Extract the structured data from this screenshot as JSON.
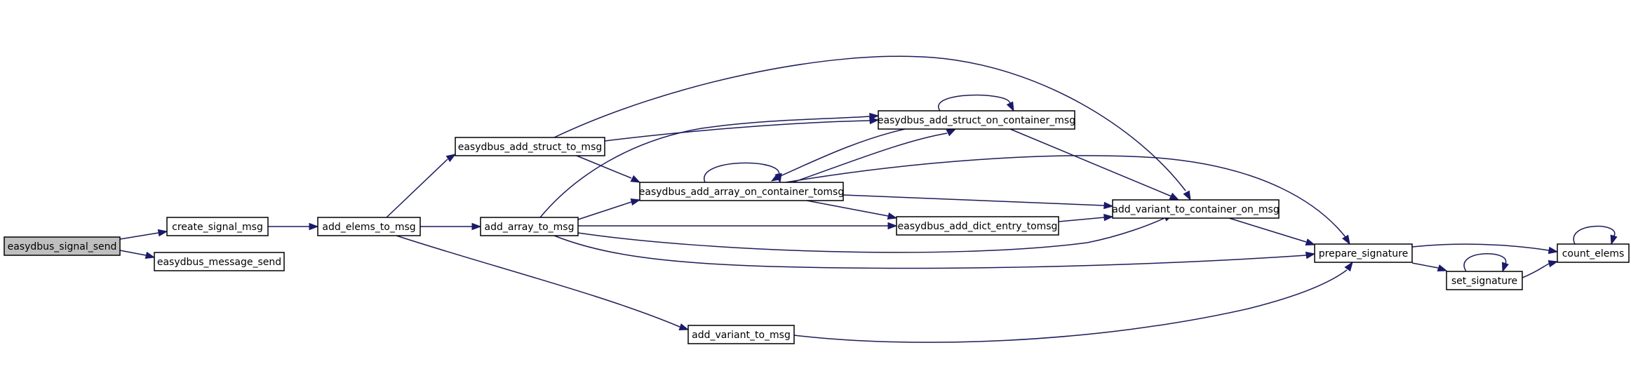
{
  "graph": {
    "nodes": {
      "signal_send": {
        "label": "easydbus_signal_send",
        "highlighted": true
      },
      "create_signal_msg": {
        "label": "create_signal_msg"
      },
      "message_send": {
        "label": "easydbus_message_send"
      },
      "add_elems_to_msg": {
        "label": "add_elems_to_msg"
      },
      "add_struct_to_msg": {
        "label": "easydbus_add_struct_to_msg"
      },
      "add_array_to_msg": {
        "label": "add_array_to_msg"
      },
      "add_variant_to_msg": {
        "label": "add_variant_to_msg"
      },
      "add_struct_on_container_msg": {
        "label": "easydbus_add_struct_on_container_msg"
      },
      "add_array_on_container_tomsg": {
        "label": "easydbus_add_array_on_container_tomsg"
      },
      "add_dict_entry_tomsg": {
        "label": "easydbus_add_dict_entry_tomsg"
      },
      "add_variant_to_container_on_msg": {
        "label": "add_variant_to_container_on_msg"
      },
      "prepare_signature": {
        "label": "prepare_signature"
      },
      "set_signature": {
        "label": "set_signature"
      },
      "count_elems": {
        "label": "count_elems"
      }
    },
    "edges": [
      [
        "signal_send",
        "create_signal_msg"
      ],
      [
        "signal_send",
        "message_send"
      ],
      [
        "create_signal_msg",
        "add_elems_to_msg"
      ],
      [
        "add_elems_to_msg",
        "add_struct_to_msg"
      ],
      [
        "add_elems_to_msg",
        "add_array_to_msg"
      ],
      [
        "add_elems_to_msg",
        "add_variant_to_msg"
      ],
      [
        "add_struct_to_msg",
        "add_struct_on_container_msg"
      ],
      [
        "add_struct_to_msg",
        "add_array_on_container_tomsg"
      ],
      [
        "add_struct_to_msg",
        "add_variant_to_container_on_msg"
      ],
      [
        "add_array_to_msg",
        "add_struct_on_container_msg"
      ],
      [
        "add_array_to_msg",
        "add_array_on_container_tomsg"
      ],
      [
        "add_array_to_msg",
        "add_dict_entry_tomsg"
      ],
      [
        "add_array_to_msg",
        "add_variant_to_container_on_msg"
      ],
      [
        "add_array_to_msg",
        "prepare_signature"
      ],
      [
        "add_variant_to_msg",
        "prepare_signature"
      ],
      [
        "add_struct_on_container_msg",
        "add_struct_on_container_msg"
      ],
      [
        "add_struct_on_container_msg",
        "add_array_on_container_tomsg"
      ],
      [
        "add_struct_on_container_msg",
        "add_variant_to_container_on_msg"
      ],
      [
        "add_array_on_container_tomsg",
        "add_array_on_container_tomsg"
      ],
      [
        "add_array_on_container_tomsg",
        "add_struct_on_container_msg"
      ],
      [
        "add_array_on_container_tomsg",
        "add_dict_entry_tomsg"
      ],
      [
        "add_array_on_container_tomsg",
        "add_variant_to_container_on_msg"
      ],
      [
        "add_array_on_container_tomsg",
        "prepare_signature"
      ],
      [
        "add_dict_entry_tomsg",
        "add_variant_to_container_on_msg"
      ],
      [
        "add_variant_to_container_on_msg",
        "prepare_signature"
      ],
      [
        "prepare_signature",
        "count_elems"
      ],
      [
        "prepare_signature",
        "set_signature"
      ],
      [
        "set_signature",
        "set_signature"
      ],
      [
        "set_signature",
        "count_elems"
      ],
      [
        "count_elems",
        "count_elems"
      ]
    ]
  },
  "colors": {
    "edge": "#191970",
    "highlight_fill": "#bfbfbf",
    "node_fill": "#ffffff",
    "node_border": "#000000"
  }
}
